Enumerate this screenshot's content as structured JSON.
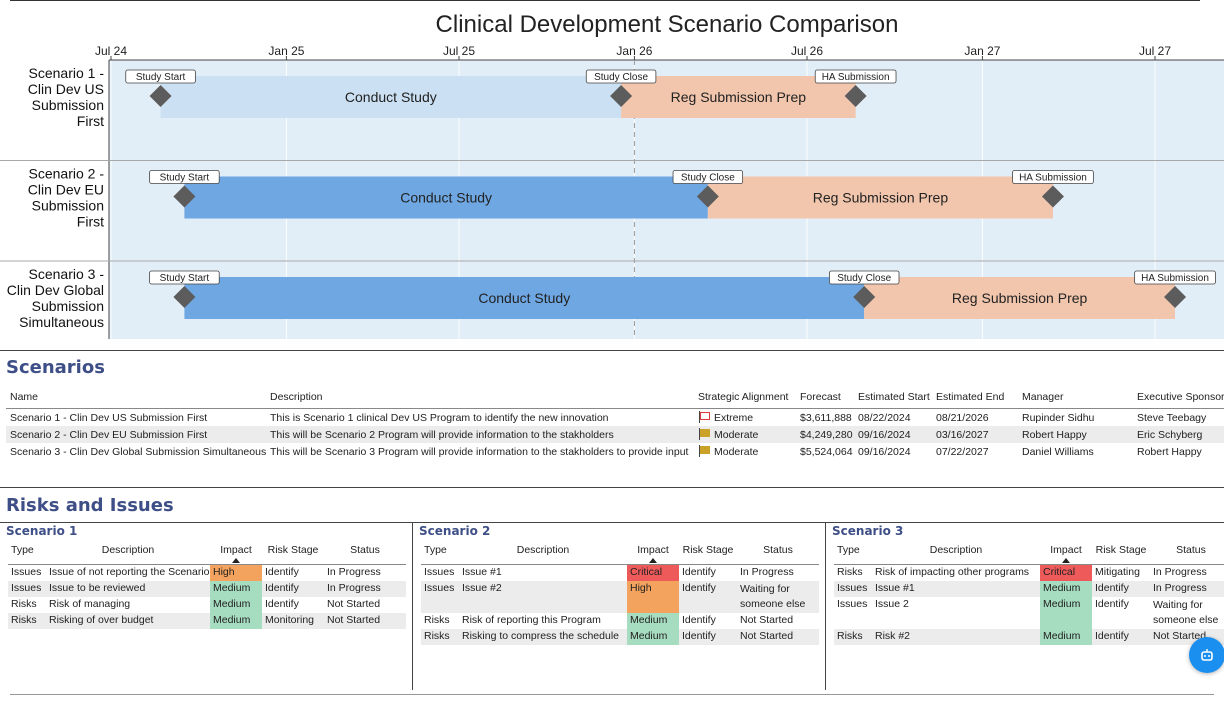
{
  "gantt": {
    "title": "Clinical Development Scenario Comparison",
    "axis_ticks": [
      {
        "date": "2024-07-01",
        "label": "Jul 24"
      },
      {
        "date": "2025-01-01",
        "label": "Jan 25"
      },
      {
        "date": "2025-07-01",
        "label": "Jul 25"
      },
      {
        "date": "2026-01-01",
        "label": "Jan 26"
      },
      {
        "date": "2026-07-01",
        "label": "Jul 26"
      },
      {
        "date": "2027-01-01",
        "label": "Jan 27"
      },
      {
        "date": "2027-07-01",
        "label": "Jul 27"
      }
    ],
    "today_marker": "2026-01-01",
    "colors": {
      "plot_bg": "#e2eef7",
      "study_bar_row1": "#cbe0f2",
      "study_bar": "#6fa7e2",
      "reg_bar": "#f2c6ad",
      "milestone": "#5c5c5c",
      "row_separator": "#a8a8a8"
    },
    "rows": [
      {
        "label_lines": [
          "Scenario 1 -",
          "Clin Dev US",
          "Submission",
          "First"
        ],
        "study": {
          "start": "2024-08-22",
          "end": "2025-12-18",
          "label": "Conduct Study"
        },
        "reg": {
          "start": "2025-12-18",
          "end": "2026-08-21",
          "label": "Reg Submission Prep"
        },
        "milestones": [
          {
            "date": "2024-08-22",
            "label": "Study Start"
          },
          {
            "date": "2025-12-18",
            "label": "Study Close"
          },
          {
            "date": "2026-08-21",
            "label": "HA Submission"
          }
        ]
      },
      {
        "label_lines": [
          "Scenario 2 -",
          "Clin Dev EU",
          "Submission",
          "First"
        ],
        "study": {
          "start": "2024-09-16",
          "end": "2026-03-19",
          "label": "Conduct Study"
        },
        "reg": {
          "start": "2026-03-19",
          "end": "2027-03-16",
          "label": "Reg Submission Prep"
        },
        "milestones": [
          {
            "date": "2024-09-16",
            "label": "Study Start"
          },
          {
            "date": "2026-03-19",
            "label": "Study Close"
          },
          {
            "date": "2027-03-16",
            "label": "HA Submission"
          }
        ]
      },
      {
        "label_lines": [
          "Scenario 3 -",
          "Clin Dev Global",
          "Submission",
          "Simultaneous"
        ],
        "study": {
          "start": "2024-09-16",
          "end": "2026-08-30",
          "label": "Conduct Study"
        },
        "reg": {
          "start": "2026-08-30",
          "end": "2027-07-22",
          "label": "Reg Submission Prep"
        },
        "milestones": [
          {
            "date": "2024-09-16",
            "label": "Study Start"
          },
          {
            "date": "2026-08-30",
            "label": "Study Close"
          },
          {
            "date": "2027-07-22",
            "label": "HA Submission"
          }
        ]
      }
    ]
  },
  "scenarios": {
    "title": "Scenarios",
    "columns": [
      "Name",
      "Description",
      "Strategic Alignment",
      "Forecast",
      "Estimated Start",
      "Estimated End",
      "Manager",
      "Executive Sponsor"
    ],
    "rows": [
      {
        "name": "Scenario 1 - Clin Dev US Submission First",
        "description": "This is Scenario 1 clinical Dev US Program to identify the new innovation",
        "alignment": "Extreme",
        "flag": "red-flag-icon",
        "flag_color": "#e23b3b",
        "forecast": "$3,611,888",
        "start": "08/22/2024",
        "end": "08/21/2026",
        "manager": "Rupinder Sidhu",
        "sponsor": "Steve Teebagy"
      },
      {
        "name": "Scenario 2 - Clin Dev EU Submission First",
        "description": "This will be Scenario 2 Program will provide information to the stakholders",
        "alignment": "Moderate",
        "flag": "yellow-flag-icon",
        "flag_color": "#c9a227",
        "forecast": "$4,249,280",
        "start": "09/16/2024",
        "end": "03/16/2027",
        "manager": "Robert Happy",
        "sponsor": "Eric Schyberg"
      },
      {
        "name": "Scenario 3 - Clin Dev Global Submission Simultaneous",
        "description": "This will be Scenario 3 Program will provide information to the stakholders to provide input",
        "alignment": "Moderate",
        "flag": "yellow-flag-icon",
        "flag_color": "#c9a227",
        "forecast": "$5,524,064",
        "start": "09/16/2024",
        "end": "07/22/2027",
        "manager": "Daniel Williams",
        "sponsor": "Robert Happy"
      }
    ]
  },
  "risks": {
    "title": "Risks and Issues",
    "columns": [
      "Type",
      "Description",
      "Impact",
      "Risk Stage",
      "Status"
    ],
    "impact_colors": {
      "High": "#f4a35e",
      "Medium": "#a6dcbf",
      "Critical": "#ee5a5a"
    },
    "panels": [
      {
        "title": "Scenario 1",
        "rows": [
          {
            "type": "Issues",
            "description": "Issue of not reporting the Scenario",
            "impact": "High",
            "stage": "Identify",
            "status": "In Progress"
          },
          {
            "type": "Issues",
            "description": "Issue to be reviewed",
            "impact": "Medium",
            "stage": "Identify",
            "status": "In Progress"
          },
          {
            "type": "Risks",
            "description": "Risk of managing",
            "impact": "Medium",
            "stage": "Identify",
            "status": "Not Started"
          },
          {
            "type": "Risks",
            "description": "Risking of over budget",
            "impact": "Medium",
            "stage": "Monitoring",
            "status": "Not Started"
          }
        ]
      },
      {
        "title": "Scenario 2",
        "rows": [
          {
            "type": "Issues",
            "description": "Issue #1",
            "impact": "Critical",
            "stage": "Identify",
            "status": "In Progress"
          },
          {
            "type": "Issues",
            "description": "Issue #2",
            "impact": "High",
            "stage": "Identify",
            "status": "Waiting for someone else"
          },
          {
            "type": "Risks",
            "description": "Risk of reporting this Program",
            "impact": "Medium",
            "stage": "Identify",
            "status": "Not Started"
          },
          {
            "type": "Risks",
            "description": "Risking to compress the schedule",
            "impact": "Medium",
            "stage": "Identify",
            "status": "Not Started"
          }
        ]
      },
      {
        "title": "Scenario 3",
        "rows": [
          {
            "type": "Risks",
            "description": "Risk of impacting other programs",
            "impact": "Critical",
            "stage": "Mitigating",
            "status": "In Progress"
          },
          {
            "type": "Issues",
            "description": "Issue #1",
            "impact": "Medium",
            "stage": "Identify",
            "status": "In Progress"
          },
          {
            "type": "Issues",
            "description": "Issue 2",
            "impact": "Medium",
            "stage": "Identify",
            "status": "Waiting for someone else"
          },
          {
            "type": "Risks",
            "description": "Risk #2",
            "impact": "Medium",
            "stage": "Identify",
            "status": "Not Started"
          }
        ]
      }
    ]
  },
  "assistant": {
    "icon": "assistant-bot-icon",
    "color": "#1a8ff0"
  }
}
